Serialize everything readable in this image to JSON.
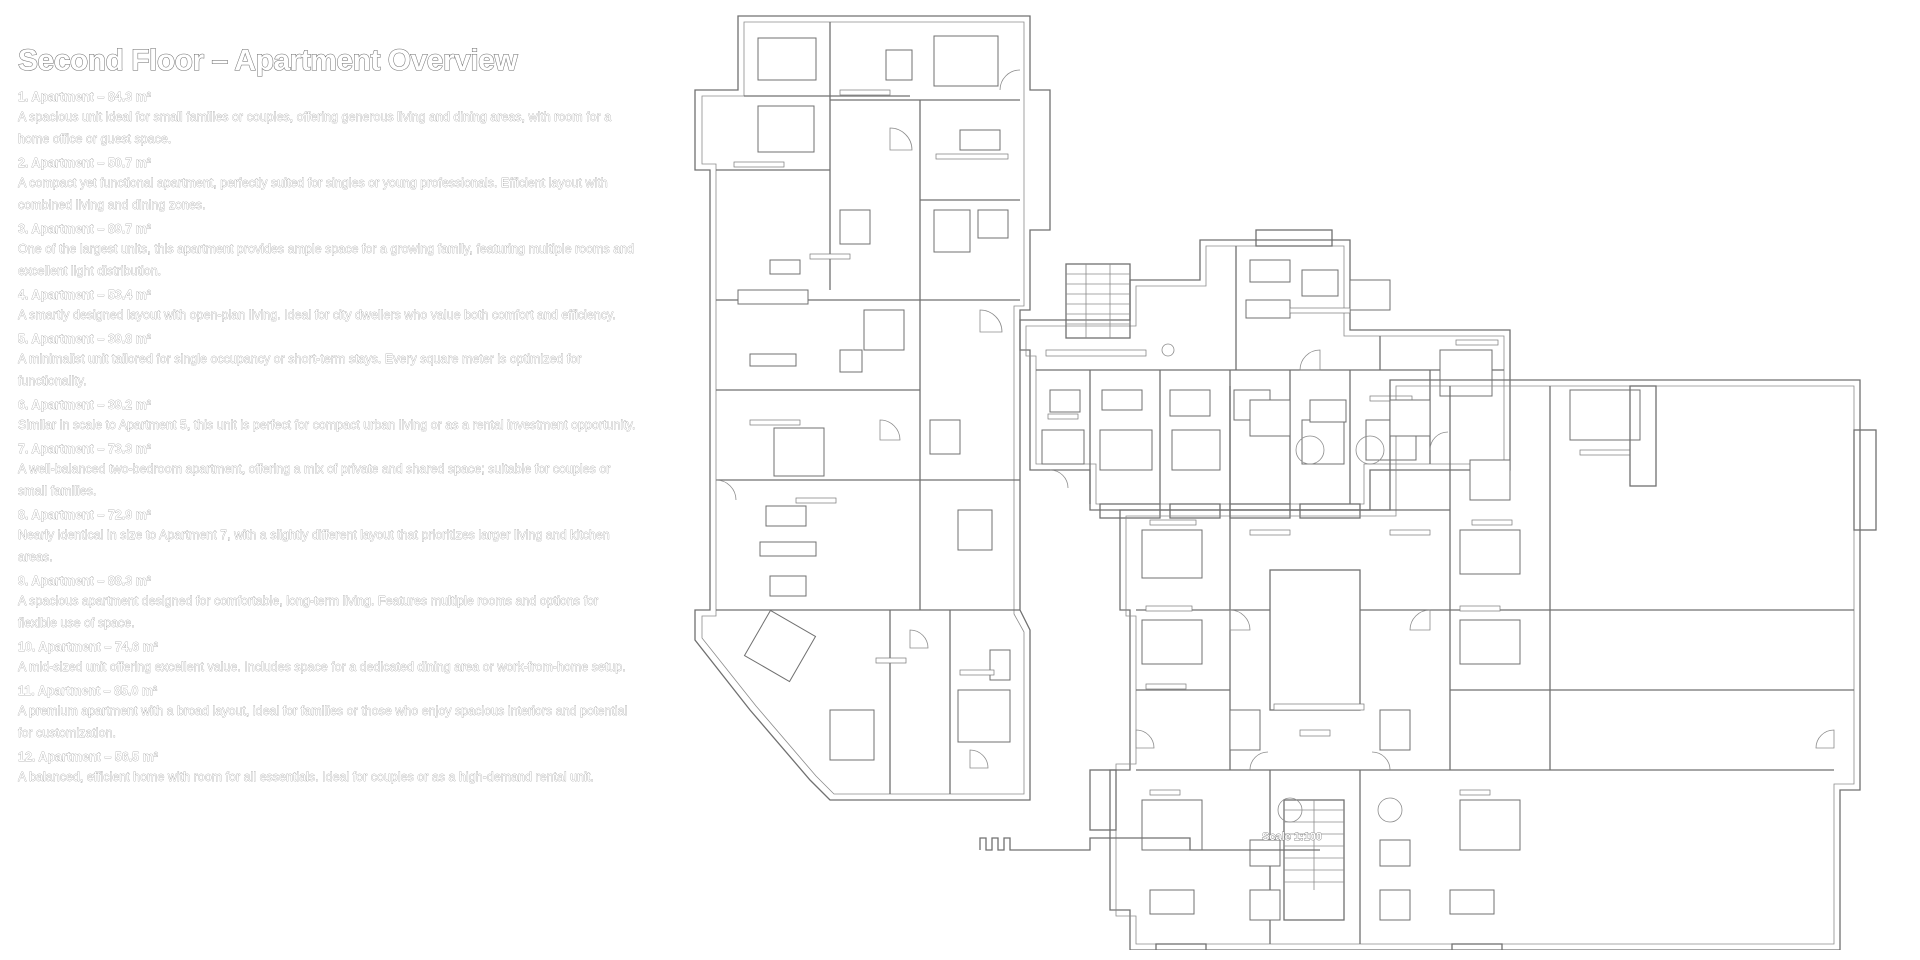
{
  "title": "Second Floor – Apartment Overview",
  "apartments": [
    {
      "heading": "1. Apartment – 84.3 m²",
      "description": "A spacious unit ideal for small families or couples, offering generous living and dining areas, with room for a home office or guest space."
    },
    {
      "heading": "2. Apartment – 50.7 m²",
      "description": "A compact yet functional apartment, perfectly suited for singles or young professionals. Efficient layout with combined living and dining zones."
    },
    {
      "heading": "3. Apartment – 89.7 m²",
      "description": "One of the largest units, this apartment provides ample space for a growing family, featuring multiple rooms and excellent light distribution."
    },
    {
      "heading": "4. Apartment – 53.4 m²",
      "description": "A smartly designed layout with open-plan living. Ideal for city dwellers who value both comfort and efficiency."
    },
    {
      "heading": "5. Apartment – 39.8 m²",
      "description": "A minimalist unit tailored for single occupancy or short-term stays. Every square meter is optimized for functionality."
    },
    {
      "heading": "6. Apartment – 39.2 m²",
      "description": "Similar in scale to Apartment 5, this unit is perfect for compact urban living or as a rental investment opportunity."
    },
    {
      "heading": "7. Apartment – 73.3 m²",
      "description": "A well-balanced two-bedroom apartment, offering a mix of private and shared space; suitable for couples or small families."
    },
    {
      "heading": "8. Apartment – 72.9 m²",
      "description": "Nearly identical in size to Apartment 7, with a slightly different layout that prioritizes larger living and kitchen areas."
    },
    {
      "heading": "9. Apartment – 88.3 m²",
      "description": "A spacious apartment designed for comfortable, long-term living. Features multiple rooms and options for flexible use of space."
    },
    {
      "heading": "10. Apartment – 74.6 m²",
      "description": "A mid-sized unit offering excellent value. Includes space for a dedicated dining area or work-from-home setup."
    },
    {
      "heading": "11. Apartment – 85.0 m²",
      "description": "A premium apartment with a broad layout, ideal for families or those who enjoy spacious interiors and potential for customization."
    },
    {
      "heading": "12. Apartment – 56.5 m²",
      "description": "A balanced, efficient home with room for all essentials. Ideal for couples or as a high-demand rental unit."
    }
  ],
  "plan": {
    "scale_label": "Scale 1:100"
  },
  "colors": {
    "line": "#707070",
    "background": "#ffffff"
  }
}
